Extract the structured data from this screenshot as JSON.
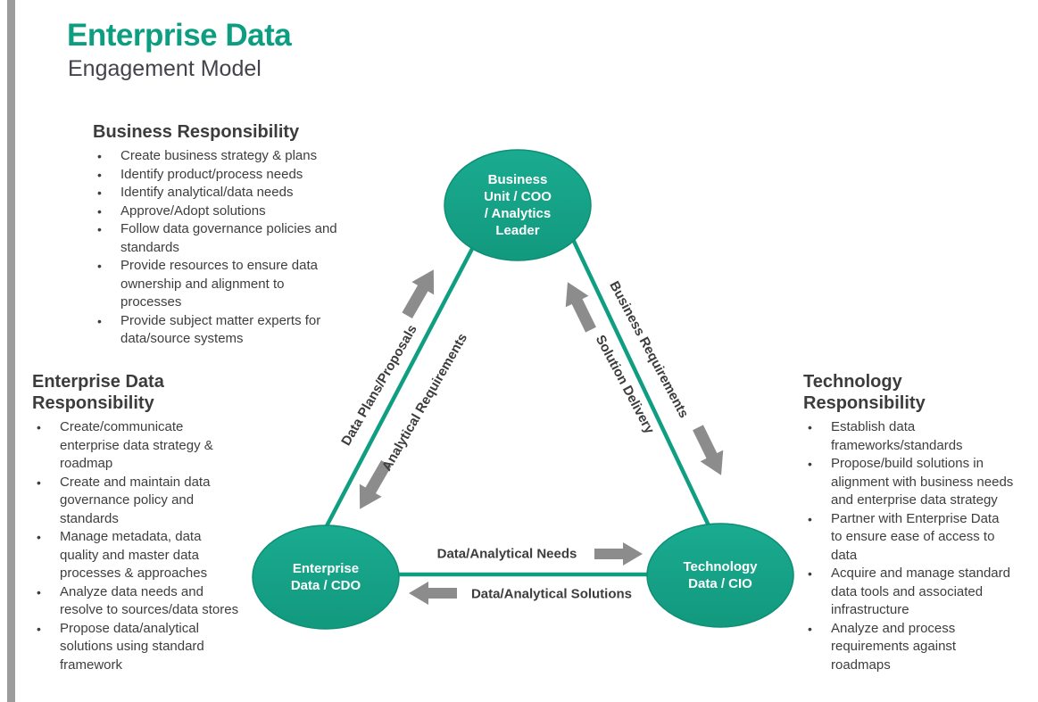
{
  "page": {
    "title": "Enterprise Data",
    "subtitle": "Engagement Model"
  },
  "sections": {
    "business": {
      "heading": "Business Responsibility",
      "bullets": [
        "Create business  strategy & plans",
        "Identify product/process needs",
        "Identify analytical/data needs",
        "Approve/Adopt solutions",
        "Follow data governance policies and standards",
        "Provide resources to ensure data ownership and alignment to processes",
        "Provide subject matter experts for data/source systems"
      ]
    },
    "enterprise": {
      "heading": "Enterprise Data Responsibility",
      "bullets": [
        "Create/communicate enterprise data strategy & roadmap",
        "Create and maintain data governance policy and standards",
        "Manage metadata, data quality and master data processes & approaches",
        "Analyze data needs and resolve to sources/data stores",
        "Propose data/analytical solutions using standard framework"
      ]
    },
    "technology": {
      "heading": "Technology Responsibility",
      "bullets": [
        "Establish data frameworks/standards",
        "Propose/build solutions in alignment with business needs and enterprise data strategy",
        "Partner with Enterprise Data to ensure ease of access to data",
        "Acquire and manage standard data tools and associated infrastructure",
        "Analyze and process requirements against roadmaps"
      ]
    }
  },
  "diagram": {
    "nodes": {
      "business": {
        "label": "Business Unit / COO / Analytics Leader",
        "lines": [
          "Business",
          "Unit / COO",
          "/ Analytics",
          "Leader"
        ]
      },
      "enterprise": {
        "label": "Enterprise Data / CDO",
        "lines": [
          "Enterprise",
          "Data / CDO"
        ]
      },
      "technology": {
        "label": "Technology Data / CIO",
        "lines": [
          "Technology",
          "Data / CIO"
        ]
      }
    },
    "edge_labels": {
      "data_plans": "Data Plans/Proposals",
      "analytical_requirements": "Analytical Requirements",
      "business_requirements": "Business Requirements",
      "solution_delivery": "Solution Delivery",
      "data_needs": "Data/Analytical Needs",
      "data_solutions": "Data/Analytical Solutions"
    }
  },
  "colors": {
    "teal_accent": "#0d9e81",
    "ellipse_fill": "#15a58b",
    "ellipse_stroke": "#0d8f76",
    "connector_line": "#0f9e82",
    "arrow_gray": "#8c8c8c",
    "body_text": "#3e3e3e",
    "sidebar_gray": "#9c9c9c"
  }
}
